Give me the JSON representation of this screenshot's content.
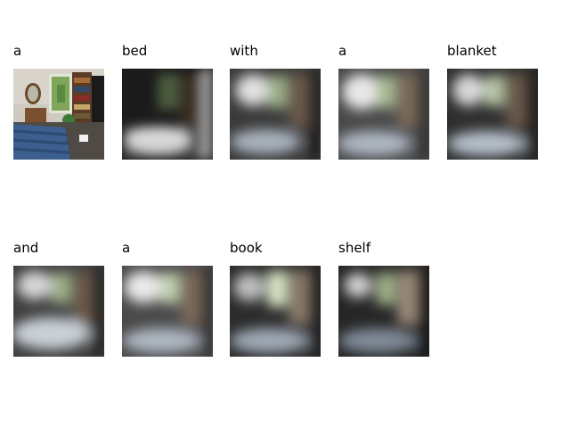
{
  "caption_words": [
    "a",
    "bed",
    "with",
    "a",
    "blanket",
    "and",
    "a",
    "book",
    "shelf"
  ],
  "colors": {
    "background": "#ffffff",
    "text": "#000000",
    "blanket": "#3d5f8f",
    "window": "#7fa65a",
    "shelf": "#5a3b24",
    "attention_light": "#e8e8e8",
    "attention_dark": "#111111"
  }
}
